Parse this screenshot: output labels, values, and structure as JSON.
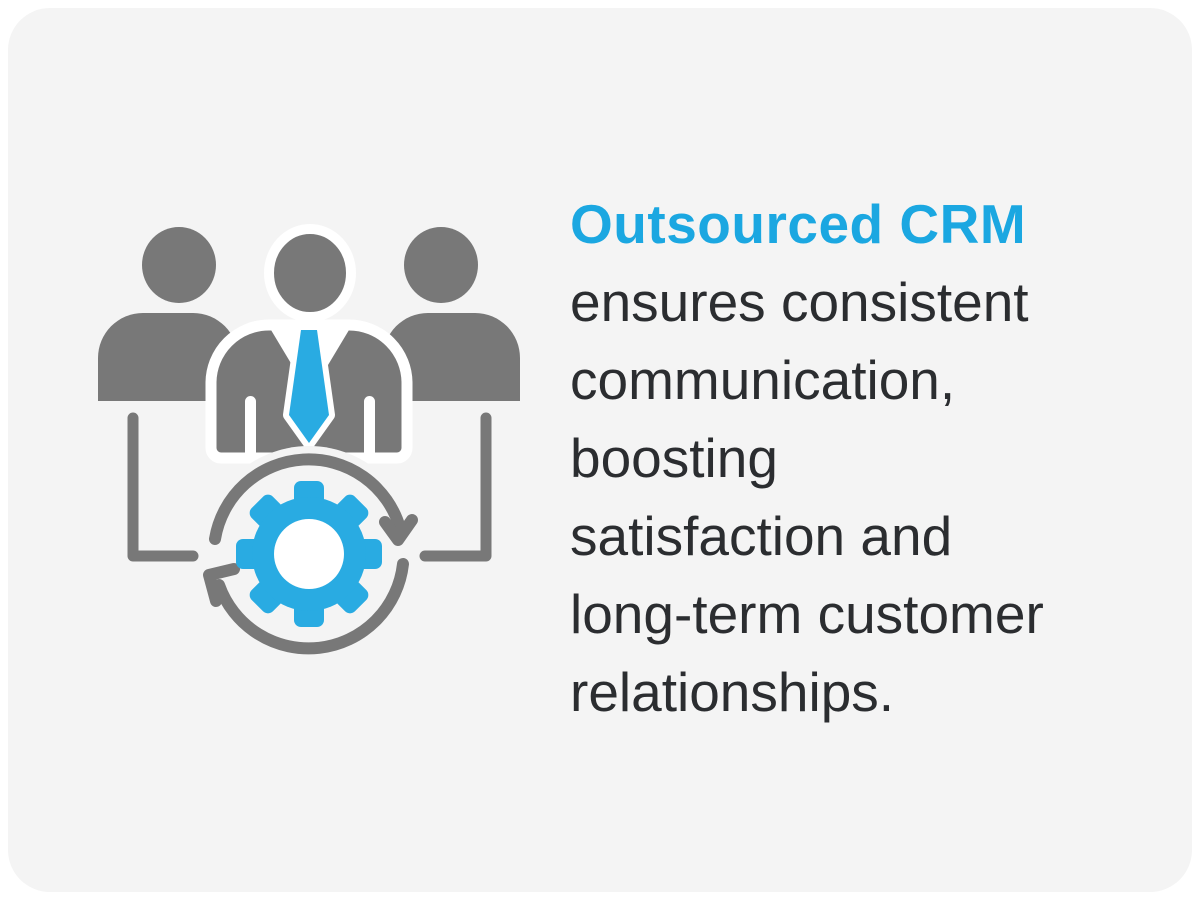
{
  "colors": {
    "page-bg": "#FFFFFF",
    "card-bg": "#F4F4F4",
    "icon-gray": "#787878",
    "icon-blue": "#29ABE2",
    "title-blue": "#1BA7E1",
    "body-text": "#2B2D30",
    "cutout": "#FFFFFF"
  },
  "icon": {
    "label": "team-crm-process-icon",
    "parts": [
      "three-people-group",
      "blue-tie-center-person",
      "cycle-arrows",
      "blue-gear",
      "bracket-connectors"
    ]
  },
  "text": {
    "title": "Outsourced CRM",
    "lines": [
      "ensures consistent",
      "communication,",
      "boosting",
      "satisfaction and",
      "long-term customer",
      "relationships."
    ]
  }
}
